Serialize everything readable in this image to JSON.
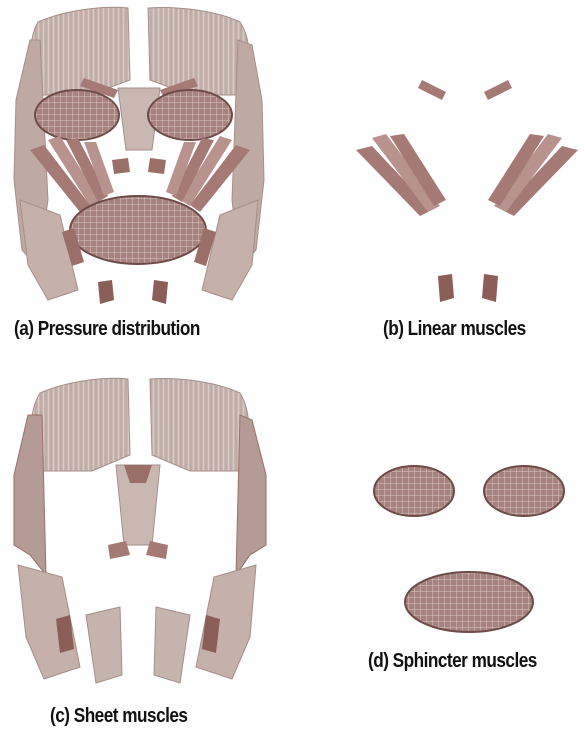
{
  "figure": {
    "panels": [
      {
        "id": "a",
        "caption": "(a) Pressure distribution"
      },
      {
        "id": "b",
        "caption": "(b) Linear muscles"
      },
      {
        "id": "c",
        "caption": "(c) Sheet muscles"
      },
      {
        "id": "d",
        "caption": "(d) Sphincter muscles"
      }
    ]
  },
  "colors": {
    "sheet_fill": "#c6b4ae",
    "sheet_edge": "#a58e88",
    "sheet_dark": "#9a6f68",
    "linear_fill": "#a67a74",
    "linear_dark": "#7f4e48",
    "sphincter_fill": "#a98581",
    "sphincter_edge": "#6e4b47",
    "sphincter_grid": "#d8c8c4"
  }
}
